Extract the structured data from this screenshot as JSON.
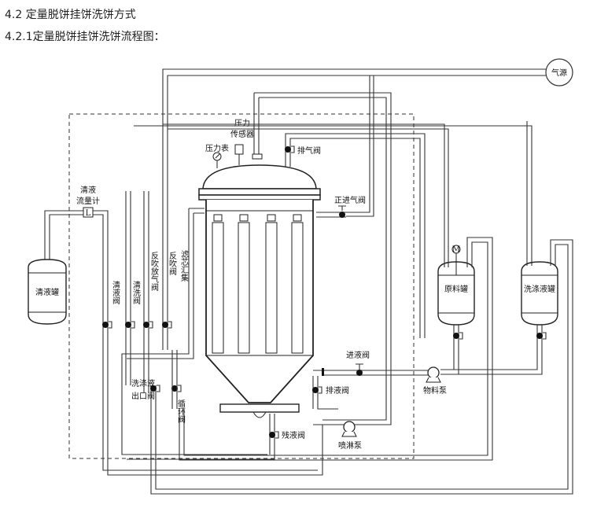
{
  "section": {
    "heading": "4.2  定量脱饼挂饼洗饼方式",
    "subheading": "4.2.1定量脱饼挂饼洗饼流程图："
  },
  "labels": {
    "air_source": "气源",
    "clear_tank": "清液罐",
    "clear_flowmeter_1": "清液",
    "clear_flowmeter_2": "流量计",
    "flowmeter_symbol": "L",
    "clear_valve": "清液阀",
    "wash_valve": "清洗阀",
    "blowback_vent_valve": "反吹放气阀",
    "blowback_valve": "反吹阀",
    "filter_manifold": "滤芯汇集",
    "pressure_gauge": "压力表",
    "pressure_sensor_1": "压力",
    "pressure_sensor_2": "传感器",
    "vent_valve": "排气阀",
    "positive_air_valve": "正进气阀",
    "raw_material_tank": "原料罐",
    "washing_tank": "洗涤液罐",
    "wash_outlet_valve_1": "洗涤液",
    "wash_outlet_valve_2": "出口阀",
    "circulation_valve": "循环阀",
    "feed_valve": "进液阀",
    "drain_valve": "排液阀",
    "material_pump": "物料泵",
    "spray_pump": "喷淋泵",
    "residue_valve": "残液阀"
  },
  "colors": {
    "pipe": "#333333",
    "dashed_frame": "#333333",
    "background": "#ffffff"
  }
}
